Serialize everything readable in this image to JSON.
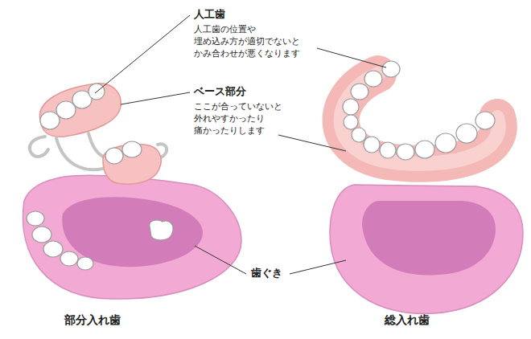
{
  "diagram": {
    "labels": [
      "人工歯",
      "人工歯の位置や 埋め込み方が適切でないと かみ合わせが悪くなります",
      "ベース部分",
      "ここが合っていないと 外れやすかったり 痛かったりします",
      "歯ぐき",
      "部分入れ歯",
      "総入れ歯"
    ]
  }
}
